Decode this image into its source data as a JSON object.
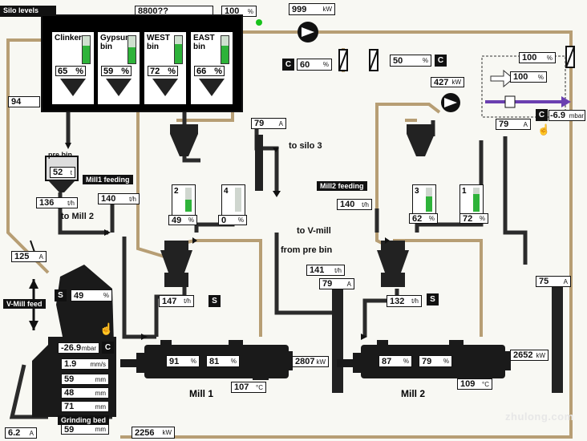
{
  "header": {
    "title": "Silo levels",
    "top_field": "8800?? ",
    "top_pct": "100",
    "top_pct_unit": "%"
  },
  "silos": [
    {
      "name": "Clinker",
      "sub": "",
      "value": "65",
      "unit": "%",
      "level": 0.65
    },
    {
      "name": "Gypsum",
      "sub": "bin",
      "value": "59",
      "unit": "%",
      "level": 0.59
    },
    {
      "name": "WEST",
      "sub": "bin",
      "value": "72",
      "unit": "%",
      "level": 0.72
    },
    {
      "name": "EAST",
      "sub": "bin",
      "value": "66",
      "unit": "%",
      "level": 0.66
    }
  ],
  "fan1": {
    "value": "999",
    "unit": "kW"
  },
  "damper1": {
    "value": "60",
    "unit": "%",
    "mode": "C"
  },
  "damper2": {
    "value": "50",
    "unit": "%",
    "mode": "C"
  },
  "left_value": "94",
  "prebin": {
    "title": "pre bin",
    "value": "52",
    "unit": "t",
    "feeding_label": "Mill1 feeding"
  },
  "feed_a": {
    "value": "136",
    "unit": "t/h"
  },
  "feed_b": {
    "value": "140",
    "unit": "t/h"
  },
  "to_mill2": "to Mill 2",
  "current1": {
    "value": "79",
    "unit": "A"
  },
  "to_silo3": "to silo 3",
  "bins_mid": [
    {
      "n": "2",
      "value": "49",
      "unit": "%",
      "level": 0.49
    },
    {
      "n": "4",
      "value": "0",
      "unit": "%",
      "level": 0.0
    }
  ],
  "mill2_feeding": {
    "label": "Mill2 feeding",
    "value": "140",
    "unit": "t/h"
  },
  "to_vmill": "to V-mill",
  "from_prebin": "from pre bin",
  "fan2": {
    "value": "427",
    "unit": "kW"
  },
  "sp_top": {
    "value": "100",
    "unit": "%"
  },
  "sp_mid": {
    "value": "100",
    "unit": "%"
  },
  "valve_right": {
    "mode": "C",
    "value": "-6.9",
    "unit": "mbar"
  },
  "current2": {
    "value": "79",
    "unit": "A"
  },
  "bins_right": [
    {
      "n": "3",
      "value": "62",
      "unit": "%",
      "level": 0.62
    },
    {
      "n": "1",
      "value": "72",
      "unit": "%",
      "level": 0.72
    }
  ],
  "vmill": {
    "current": "125",
    "current_unit": "A",
    "feed_label": "V-Mill feed",
    "feed_pct": "49",
    "feed_pct_unit": "%",
    "feed_mode": "S",
    "pressure": "-26.9",
    "pressure_unit": "mbar",
    "pressure_mode": "C",
    "vibration": "1.9",
    "vibration_unit": "mm/s",
    "d1": "59",
    "d2": "48",
    "d3": "71",
    "d_unit": "mm",
    "bed_label": "Grinding bed",
    "bed": "59",
    "bed_unit": "mm",
    "bottom_current": "6.2",
    "bottom_current_unit": "A",
    "power": "2256",
    "power_unit": "kW"
  },
  "mill1": {
    "label": "Mill 1",
    "feed": "147",
    "feed_unit": "t/h",
    "mode": "S",
    "v1": "91",
    "v2": "81",
    "unit": "%",
    "temp": "107",
    "temp_unit": "°C",
    "power": "2807",
    "power_unit": "kW",
    "bucket_current": "141",
    "bucket_current_unit": "t/h",
    "elev_current": "79",
    "elev_unit": "A"
  },
  "mill2": {
    "label": "Mill 2",
    "feed": "132",
    "feed_unit": "t/h",
    "mode": "S",
    "v1": "87",
    "v2": "79",
    "unit": "%",
    "temp": "109",
    "temp_unit": "°C",
    "power": "2652",
    "power_unit": "kW",
    "elev_current": "75",
    "elev_unit": "A"
  },
  "watermark": "zhulong.com",
  "colors": {
    "pipe_material": "#b79e74",
    "pipe_air": "#2b2b2b",
    "level_green": "#2eb33a",
    "accent_green": "#17c21b",
    "valve_purple": "#6a3fb0"
  }
}
